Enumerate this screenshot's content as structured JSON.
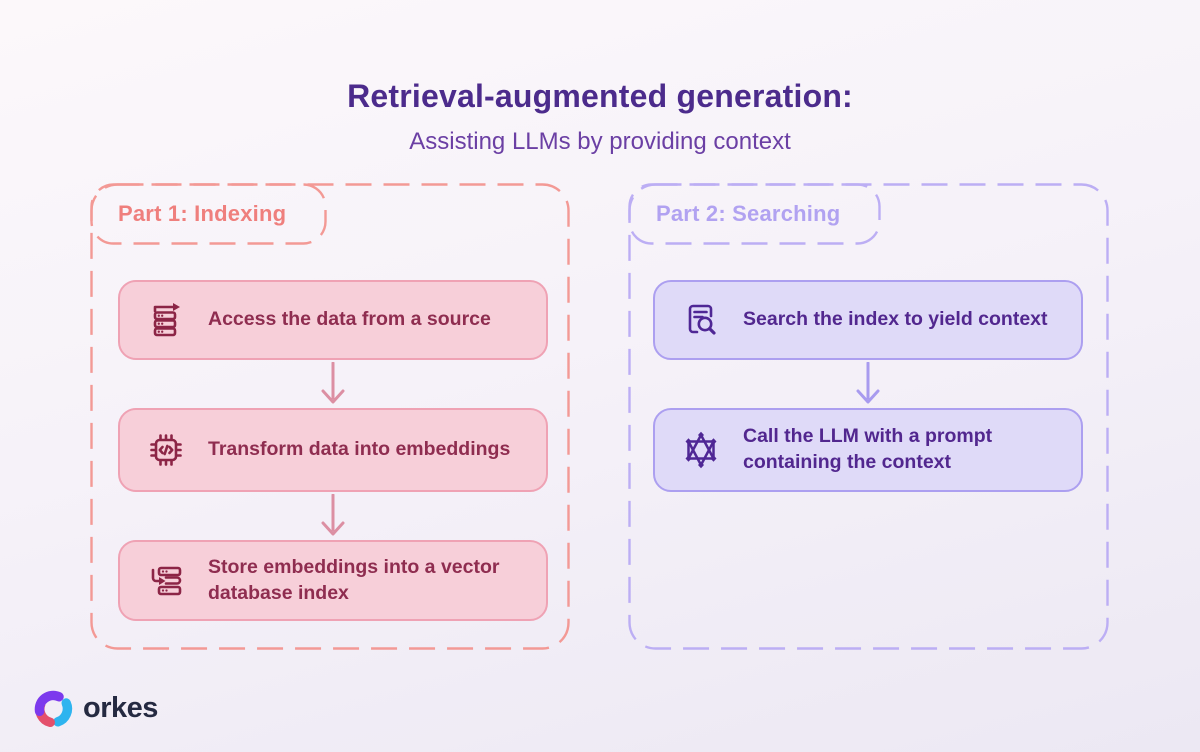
{
  "header": {
    "title": "Retrieval-augmented generation:",
    "subtitle": "Assisting LLMs by providing context"
  },
  "panels": [
    {
      "label": "Part 1: Indexing",
      "steps": [
        {
          "icon": "server-arrow-icon",
          "text": "Access the data from a source"
        },
        {
          "icon": "chip-code-icon",
          "text": "Transform data into embeddings"
        },
        {
          "icon": "vector-database-icon",
          "text": "Store embeddings into a vector database index"
        }
      ]
    },
    {
      "label": "Part 2: Searching",
      "steps": [
        {
          "icon": "document-search-icon",
          "text": "Search the index to yield context"
        },
        {
          "icon": "network-graph-icon",
          "text": "Call the LLM with a prompt containing the context"
        }
      ]
    }
  ],
  "footer": {
    "logo_text": "orkes"
  },
  "colors": {
    "title": "#4c2b8c",
    "subtitle": "#6b3fa4",
    "indexing_accent": "#f39995",
    "indexing_label": "#ef7f7d",
    "indexing_box_fill": "#f7cfd9",
    "indexing_box_border": "#efa2b4",
    "indexing_box_text": "#8f2d50",
    "indexing_icon": "#8c2546",
    "indexing_arrow": "#dc8fa3",
    "searching_accent": "#bcaef4",
    "searching_label": "#b1a2f1",
    "searching_box_fill": "#dfdaf8",
    "searching_box_border": "#ac9ff0",
    "searching_box_text": "#52278f",
    "searching_icon": "#4f2795",
    "searching_arrow": "#a89bef",
    "logo_text_color": "#252a41",
    "logo_purple": "#7c3aed",
    "logo_red": "#e4506b",
    "logo_cyan": "#2eb4ef"
  }
}
